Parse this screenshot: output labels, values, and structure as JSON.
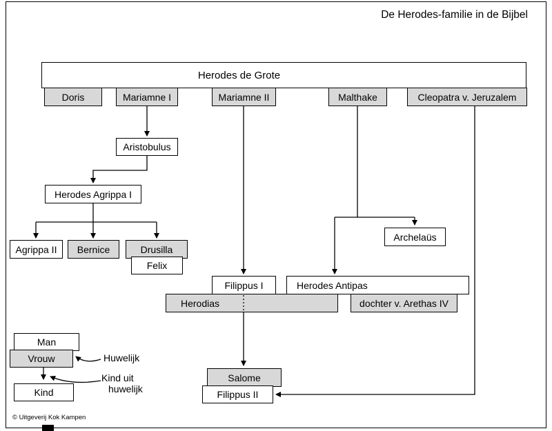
{
  "title": "De Herodes-familie in de Bijbel",
  "copyright": "© Uitgeverij Kok Kampen",
  "colors": {
    "husband_fill": "#ffffff",
    "wife_fill": "#d8d8d8",
    "line": "#000000",
    "border": "#000000"
  },
  "nodes": {
    "root": "Herodes de Grote",
    "doris": "Doris",
    "mariamne1": "Mariamne I",
    "mariamne2": "Mariamne II",
    "malthake": "Malthake",
    "cleopatra": "Cleopatra v. Jeruzalem",
    "aristobulus": "Aristobulus",
    "agrippa1": "Herodes Agrippa I",
    "agrippa2": "Agrippa II",
    "bernice": "Bernice",
    "drusilla": "Drusilla",
    "felix": "Felix",
    "filippus1": "Filippus I",
    "antipas": "Herodes Antipas",
    "herodias": "Herodias",
    "dochter_arethas": "dochter v. Arethas IV",
    "archelaus": "Archelaüs",
    "salome": "Salome",
    "filippus2": "Filippus II"
  },
  "legend": {
    "man": "Man",
    "vrouw": "Vrouw",
    "kind": "Kind",
    "huwelijk": "Huwelijk",
    "kind_uit_line1": "Kind uit",
    "kind_uit_line2": "huwelijk"
  },
  "edges": [
    {
      "from": "Mariamne I",
      "to": "Aristobulus"
    },
    {
      "from": "Aristobulus",
      "to": "Herodes Agrippa I"
    },
    {
      "from": "Herodes Agrippa I",
      "to": "Agrippa II"
    },
    {
      "from": "Herodes Agrippa I",
      "to": "Bernice"
    },
    {
      "from": "Herodes Agrippa I",
      "to": "Drusilla"
    },
    {
      "from": "Mariamne II",
      "to": "Filippus I"
    },
    {
      "from": "Malthake",
      "to": "Archelaüs"
    },
    {
      "from": "Malthake",
      "to": "Herodes Antipas"
    },
    {
      "from": "Cleopatra v. Jeruzalem",
      "to": "Filippus II"
    },
    {
      "from": "Filippus I + Herodias",
      "to": "Salome"
    }
  ],
  "marriages": [
    [
      "Herodes de Grote",
      "Doris"
    ],
    [
      "Herodes de Grote",
      "Mariamne I"
    ],
    [
      "Herodes de Grote",
      "Mariamne II"
    ],
    [
      "Herodes de Grote",
      "Malthake"
    ],
    [
      "Herodes de Grote",
      "Cleopatra v. Jeruzalem"
    ],
    [
      "Drusilla",
      "Felix"
    ],
    [
      "Filippus I",
      "Herodias"
    ],
    [
      "Herodes Antipas",
      "dochter v. Arethas IV"
    ],
    [
      "Salome",
      "Filippus II"
    ]
  ]
}
